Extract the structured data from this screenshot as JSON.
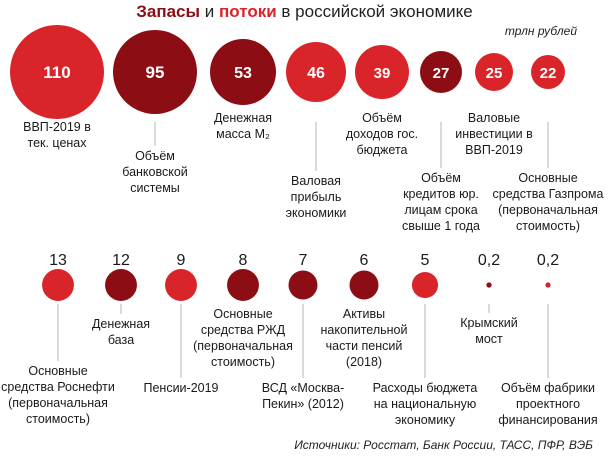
{
  "title": {
    "part1": "Запасы",
    "part2": " и ",
    "part3": "потоки",
    "part4": " в российской экономике"
  },
  "unit": "трлн рублей",
  "source": "Источники: Росстат, Банк России, ТАСС, ПФР, ВЭБ",
  "colors": {
    "stock": "#8c0e14",
    "flow": "#d9242a",
    "line": "#b5b5b5",
    "text": "#1a1a1a"
  },
  "chart_data": {
    "type": "bubble",
    "title": "Запасы и потоки в российской экономике",
    "unit": "трлн рублей",
    "legend": [
      {
        "name": "Запасы",
        "color": "#8c0e14"
      },
      {
        "name": "потоки",
        "color": "#d9242a"
      }
    ],
    "rows": [
      {
        "items": [
          {
            "value": "110",
            "label": [
              "ВВП-2019 в",
              "тек. ценах"
            ],
            "kind": "flow"
          },
          {
            "value": "95",
            "label": [
              "Объём",
              "банковской",
              "системы"
            ],
            "kind": "stock"
          },
          {
            "value": "53",
            "label": [
              "Денежная",
              "масса M₂"
            ],
            "kind": "stock"
          },
          {
            "value": "46",
            "label": [
              "Валовая",
              "прибыль",
              "экономики"
            ],
            "kind": "flow"
          },
          {
            "value": "39",
            "label": [
              "Объём",
              "доходов гос.",
              "бюджета"
            ],
            "kind": "flow"
          },
          {
            "value": "27",
            "label": [
              "Объём",
              "кредитов юр.",
              "лицам срока",
              "свыше 1 года"
            ],
            "kind": "stock"
          },
          {
            "value": "25",
            "label": [
              "Валовые",
              "инвестиции в",
              "ВВП-2019"
            ],
            "kind": "flow"
          },
          {
            "value": "22",
            "label": [
              "Основные",
              "средства Газпрома",
              "(первоначальная",
              "стоимость)"
            ],
            "kind": "flow"
          }
        ]
      },
      {
        "items": [
          {
            "value": "13",
            "label": [
              "Основные",
              "средства Роснефти",
              "(первоначальная",
              "стоимость)"
            ],
            "kind": "flow"
          },
          {
            "value": "12",
            "label": [
              "Денежная",
              "база"
            ],
            "kind": "stock"
          },
          {
            "value": "9",
            "label": [
              "Пенсии-2019"
            ],
            "kind": "flow"
          },
          {
            "value": "8",
            "label": [
              "Основные",
              "средства РЖД",
              "(первоначальная",
              "стоимость)"
            ],
            "kind": "stock"
          },
          {
            "value": "7",
            "label": [
              "ВСД «Москва-",
              "Пекин» (2012)"
            ],
            "kind": "stock"
          },
          {
            "value": "6",
            "label": [
              "Активы",
              "накопительной",
              "части пенсий",
              "(2018)"
            ],
            "kind": "stock"
          },
          {
            "value": "5",
            "label": [
              "Расходы бюджета",
              "на национальную",
              "экономику"
            ],
            "kind": "flow"
          },
          {
            "value": "0,2",
            "label": [
              "Крымский",
              "мост"
            ],
            "kind": "stock"
          },
          {
            "value": "0,2",
            "label": [
              "Объём фабрики",
              "проектного",
              "финансирования"
            ],
            "kind": "flow"
          }
        ]
      }
    ]
  }
}
